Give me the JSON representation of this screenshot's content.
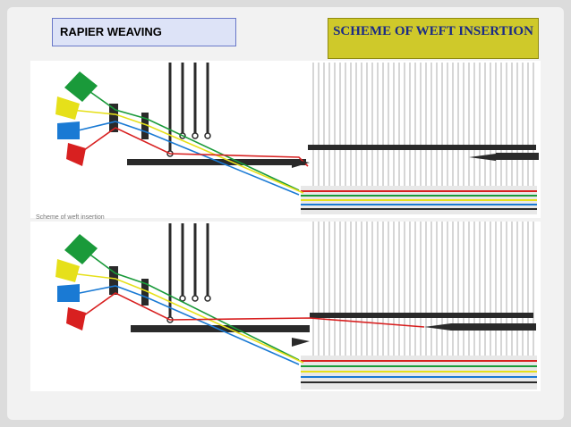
{
  "slide": {
    "title_left": "RAPIER WEAVING",
    "title_right": "SCHEME OF WEFT INSERTION"
  },
  "diagram": {
    "caption": "Scheme of weft insertion",
    "weft_colors": {
      "green": "#1a9a3a",
      "yellow": "#e6e01a",
      "blue": "#1a7ad4",
      "red": "#d82020"
    },
    "frame_color": "#2a2a2a"
  }
}
